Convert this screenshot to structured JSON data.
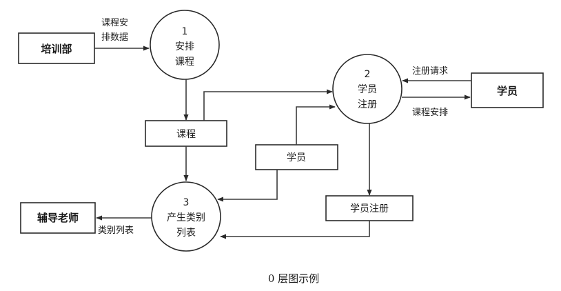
{
  "entities": {
    "training_dept": "培训部",
    "student": "学员",
    "tutor": "辅导老师"
  },
  "processes": {
    "p1": {
      "num": "1",
      "line1": "安排",
      "line2": "课程"
    },
    "p2": {
      "num": "2",
      "line1": "学员",
      "line2": "注册"
    },
    "p3": {
      "num": "3",
      "line1": "产生类别",
      "line2": "列表"
    }
  },
  "stores": {
    "course": "课程",
    "student": "学员",
    "registration": "学员注册"
  },
  "flows": {
    "schedule_data_1": "课程安",
    "schedule_data_2": "排数据",
    "reg_request": "注册请求",
    "course_schedule": "课程安排",
    "category_list": "类别列表"
  },
  "caption": "0 层图示例"
}
